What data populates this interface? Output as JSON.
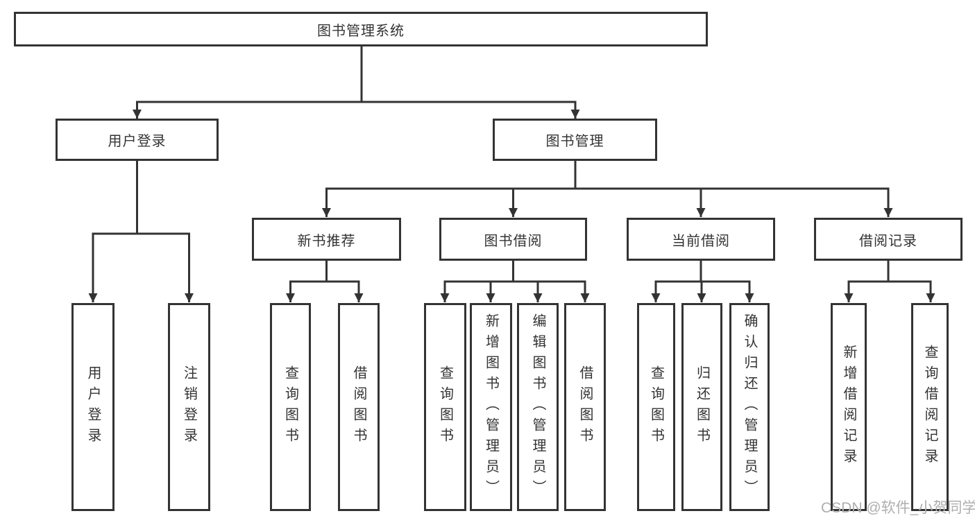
{
  "title": "图书管理系统",
  "nodes": {
    "root": "图书管理系统",
    "user_login": "用户登录",
    "book_mgmt": "图书管理",
    "new_book": "新书推荐",
    "book_borrow": "图书借阅",
    "current_borrow": "当前借阅",
    "borrow_records": "借阅记录",
    "leaf_user_login": "用户登录",
    "leaf_logout": "注销登录",
    "nb_query": "查询图书",
    "nb_borrow": "借阅图书",
    "bb_query": "查询图书",
    "bb_add": "新增图书（管理员）",
    "bb_edit": "编辑图书（管理员）",
    "bb_borrow": "借阅图书",
    "cb_query": "查询图书",
    "cb_return": "归还图书",
    "cb_confirm": "确认归还（管理员）",
    "br_add": "新增借阅记录",
    "br_query": "查询借阅记录"
  },
  "tree": {
    "label": "图书管理系统",
    "children": [
      {
        "label": "用户登录",
        "children": [
          {
            "label": "用户登录"
          },
          {
            "label": "注销登录"
          }
        ]
      },
      {
        "label": "图书管理",
        "children": [
          {
            "label": "新书推荐",
            "children": [
              {
                "label": "查询图书"
              },
              {
                "label": "借阅图书"
              }
            ]
          },
          {
            "label": "图书借阅",
            "children": [
              {
                "label": "查询图书"
              },
              {
                "label": "新增图书（管理员）"
              },
              {
                "label": "编辑图书（管理员）"
              },
              {
                "label": "借阅图书"
              }
            ]
          },
          {
            "label": "当前借阅",
            "children": [
              {
                "label": "查询图书"
              },
              {
                "label": "归还图书"
              },
              {
                "label": "确认归还（管理员）"
              }
            ]
          },
          {
            "label": "借阅记录",
            "children": [
              {
                "label": "新增借阅记录"
              },
              {
                "label": "查询借阅记录"
              }
            ]
          }
        ]
      }
    ]
  },
  "watermark": "CSDN @软件_小贺同学",
  "colors": {
    "line": "#333333",
    "text": "#333333",
    "watermark": "#aeaeae",
    "background": "#ffffff"
  }
}
